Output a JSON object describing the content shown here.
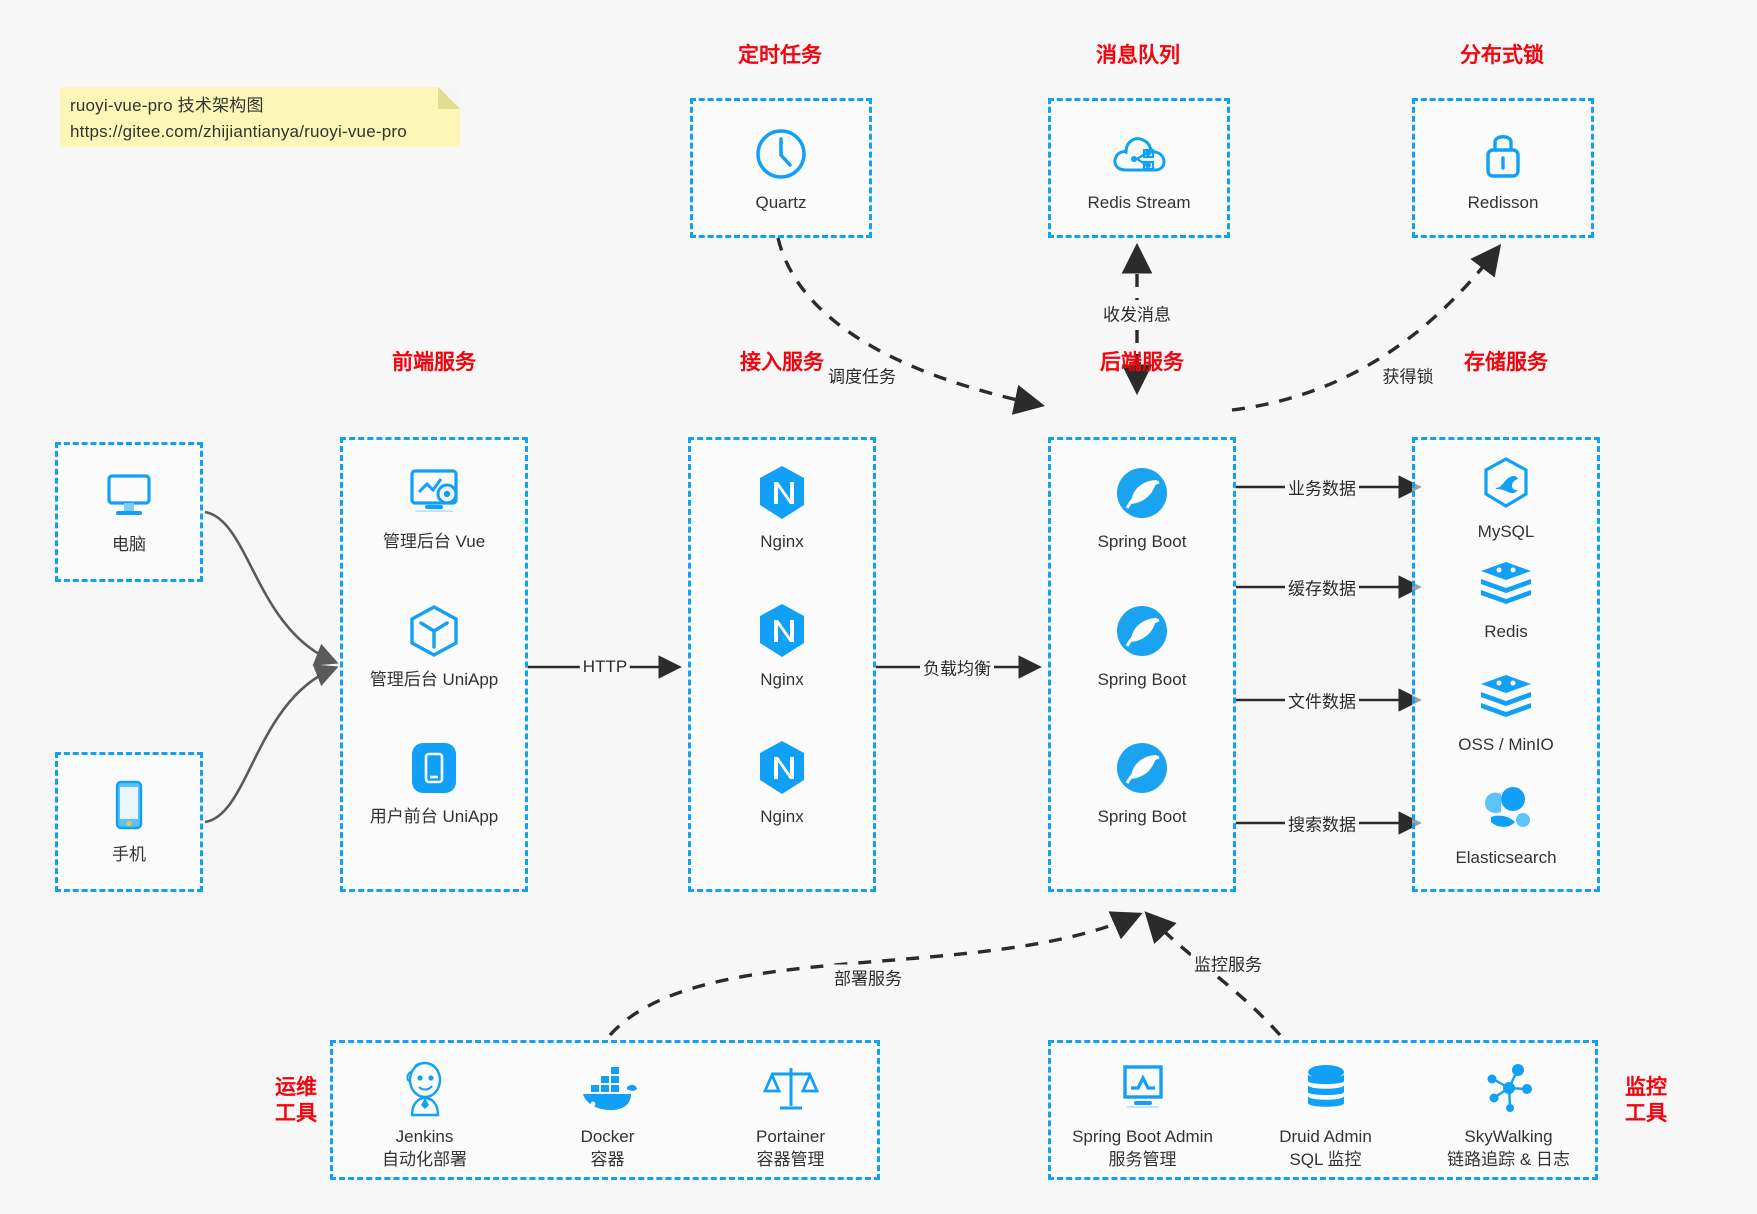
{
  "note": {
    "line1": "ruoyi-vue-pro 技术架构图",
    "line2": "https://gitee.com/zhijiantianya/ruoyi-vue-pro"
  },
  "colors": {
    "accent": "#11a0f7",
    "title": "#f3030d",
    "text": "#333333",
    "edge": "#2b2b2b",
    "background": "#f7f7f7",
    "note_bg": "#fcf7b6"
  },
  "groups": {
    "clients": {
      "items": [
        {
          "label": "电脑",
          "icon": "desktop-computer-icon"
        },
        {
          "label": "手机",
          "icon": "mobile-phone-icon"
        }
      ]
    },
    "frontend": {
      "title": "前端服务",
      "items": [
        {
          "label": "管理后台 Vue",
          "icon": "admin-dashboard-icon"
        },
        {
          "label": "管理后台 UniApp",
          "icon": "uniapp-cube-icon"
        },
        {
          "label": "用户前台 UniApp",
          "icon": "mobile-app-icon"
        }
      ]
    },
    "gateway": {
      "title": "接入服务",
      "items": [
        {
          "label": "Nginx",
          "icon": "nginx-icon"
        },
        {
          "label": "Nginx",
          "icon": "nginx-icon"
        },
        {
          "label": "Nginx",
          "icon": "nginx-icon"
        }
      ]
    },
    "backend": {
      "title": "后端服务",
      "items": [
        {
          "label": "Spring Boot",
          "icon": "spring-boot-leaf-icon"
        },
        {
          "label": "Spring Boot",
          "icon": "spring-boot-leaf-icon"
        },
        {
          "label": "Spring Boot",
          "icon": "spring-boot-leaf-icon"
        }
      ]
    },
    "storage": {
      "title": "存储服务",
      "items": [
        {
          "label": "MySQL",
          "icon": "mysql-icon"
        },
        {
          "label": "Redis",
          "icon": "redis-icon"
        },
        {
          "label": "OSS / MinIO",
          "icon": "object-storage-icon"
        },
        {
          "label": "Elasticsearch",
          "icon": "elasticsearch-icon"
        }
      ]
    },
    "scheduler": {
      "title": "定时任务",
      "items": [
        {
          "label": "Quartz",
          "icon": "clock-icon"
        }
      ]
    },
    "mq": {
      "title": "消息队列",
      "items": [
        {
          "label": "Redis Stream",
          "icon": "cloud-stream-icon"
        }
      ]
    },
    "lock": {
      "title": "分布式锁",
      "items": [
        {
          "label": "Redisson",
          "icon": "padlock-icon"
        }
      ]
    },
    "devops": {
      "title": "运维\n工具",
      "items": [
        {
          "label": "Jenkins",
          "sublabel": "自动化部署",
          "icon": "jenkins-butler-icon"
        },
        {
          "label": "Docker",
          "sublabel": "容器",
          "icon": "docker-whale-icon"
        },
        {
          "label": "Portainer",
          "sublabel": "容器管理",
          "icon": "portainer-scales-icon"
        }
      ]
    },
    "monitoring": {
      "title": "监控\n工具",
      "items": [
        {
          "label": "Spring Boot Admin",
          "sublabel": "服务管理",
          "icon": "monitor-chart-icon"
        },
        {
          "label": "Druid Admin",
          "sublabel": "SQL 监控",
          "icon": "database-stack-icon"
        },
        {
          "label": "SkyWalking",
          "sublabel": "链路追踪 & 日志",
          "icon": "skywalking-network-icon"
        }
      ]
    }
  },
  "edges": [
    {
      "id": "http",
      "label": "HTTP"
    },
    {
      "id": "load-balance",
      "label": "负载均衡"
    },
    {
      "id": "business-data",
      "label": "业务数据"
    },
    {
      "id": "cache-data",
      "label": "缓存数据"
    },
    {
      "id": "file-data",
      "label": "文件数据"
    },
    {
      "id": "search-data",
      "label": "搜索数据"
    },
    {
      "id": "schedule-task",
      "label": "调度任务"
    },
    {
      "id": "send-receive-message",
      "label": "收发消息"
    },
    {
      "id": "acquire-lock",
      "label": "获得锁"
    },
    {
      "id": "deploy-service",
      "label": "部署服务"
    },
    {
      "id": "monitor-service",
      "label": "监控服务"
    }
  ]
}
